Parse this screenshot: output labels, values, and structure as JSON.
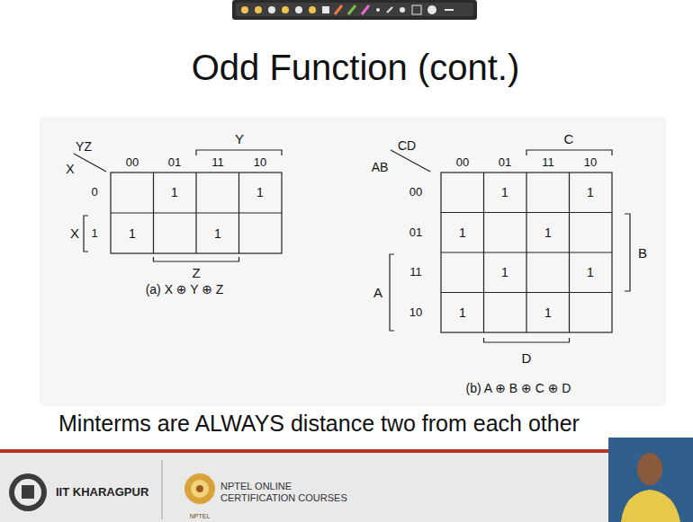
{
  "diagram": {
    "title": "Odd Function (cont.)",
    "caption": "Minterms are ALWAYS distance two from each other",
    "labels": [
      "YZ",
      "X",
      "00",
      "01",
      "11",
      "10",
      "Y",
      "0",
      "X",
      "1",
      "1",
      "1",
      "1",
      "1",
      "Z",
      "(a) X ⊕ Y ⊕ Z",
      "CD",
      "AB",
      "00",
      "01",
      "11",
      "10",
      "C",
      "00",
      "01",
      "11",
      "10",
      "B",
      "A",
      "1",
      "1",
      "1",
      "1",
      "1",
      "1",
      "1",
      "1",
      "D",
      "(b) A ⊕ B ⊕ C ⊕ D",
      "IIT KHARAGPUR",
      "NPTEL ONLINE CERTIFICATION COURSES",
      "NPTEL"
    ]
  }
}
